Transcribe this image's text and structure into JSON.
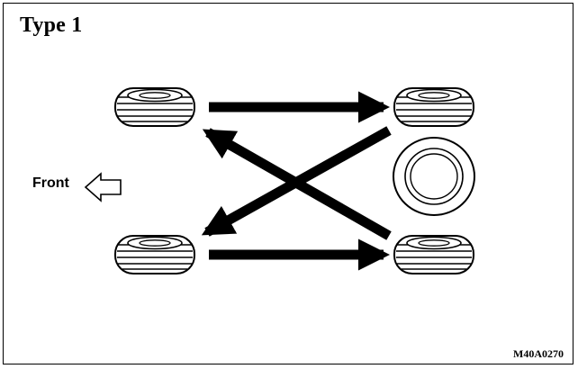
{
  "diagram": {
    "title": "Type 1",
    "front_label": "Front",
    "figure_code": "M40A0270"
  }
}
